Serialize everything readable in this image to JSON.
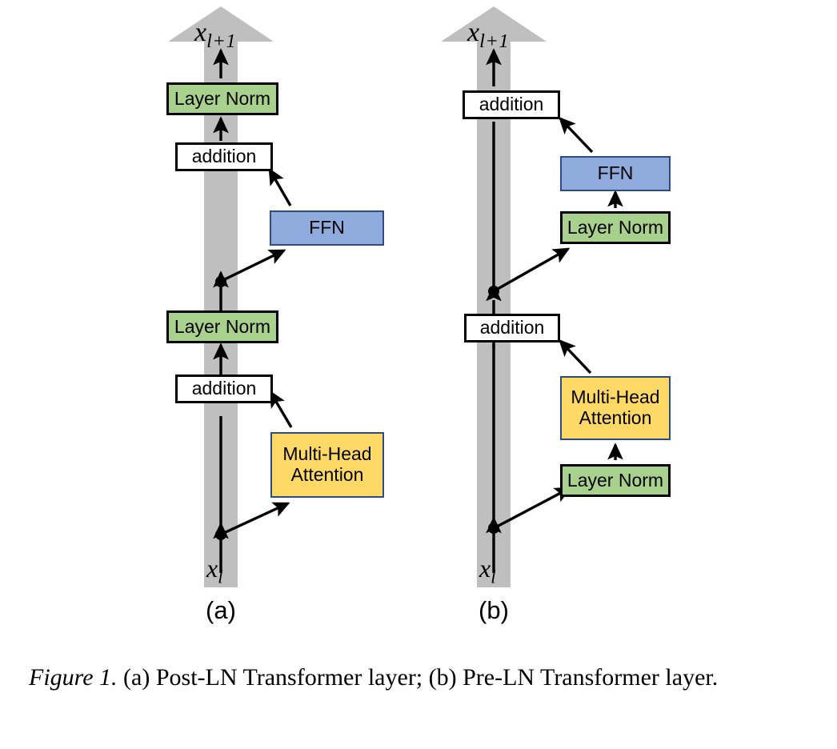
{
  "figure": {
    "caption_emphasis": "Figure 1.",
    "caption_text": " (a) Post-LN Transformer layer; (b) Pre-LN Transformer layer."
  },
  "colors": {
    "layer_norm_fill": "#A9D18E",
    "addition_fill": "#FFFFFF",
    "ffn_fill": "#8FAADC",
    "attention_fill": "#FFD966",
    "residual_stream": "#BFBFBF",
    "stroke": "#000000",
    "blue_stroke": "#2E4C82"
  },
  "panels": [
    {
      "id": "a",
      "label": "(a)",
      "name": "Post-LN Transformer layer",
      "input_label": "x",
      "input_subscript": "l",
      "output_label": "x",
      "output_subscript": "l+1",
      "blocks": [
        {
          "key": "layer_norm_top",
          "label": "Layer Norm",
          "style": "green"
        },
        {
          "key": "addition_top",
          "label": "addition",
          "style": "white"
        },
        {
          "key": "ffn",
          "label": "FFN",
          "style": "blue"
        },
        {
          "key": "layer_norm_bottom",
          "label": "Layer Norm",
          "style": "green"
        },
        {
          "key": "addition_bottom",
          "label": "addition",
          "style": "white"
        },
        {
          "key": "attention",
          "label": "Multi-Head\nAttention",
          "style": "yellow"
        }
      ]
    },
    {
      "id": "b",
      "label": "(b)",
      "name": "Pre-LN Transformer layer",
      "input_label": "x",
      "input_subscript": "l",
      "output_label": "x",
      "output_subscript": "l+1",
      "blocks": [
        {
          "key": "addition_top",
          "label": "addition",
          "style": "white"
        },
        {
          "key": "ffn",
          "label": "FFN",
          "style": "blue"
        },
        {
          "key": "layer_norm_top",
          "label": "Layer Norm",
          "style": "green"
        },
        {
          "key": "addition_bottom",
          "label": "addition",
          "style": "white"
        },
        {
          "key": "attention",
          "label": "Multi-Head\nAttention",
          "style": "yellow"
        },
        {
          "key": "layer_norm_bottom",
          "label": "Layer Norm",
          "style": "green"
        }
      ]
    }
  ]
}
